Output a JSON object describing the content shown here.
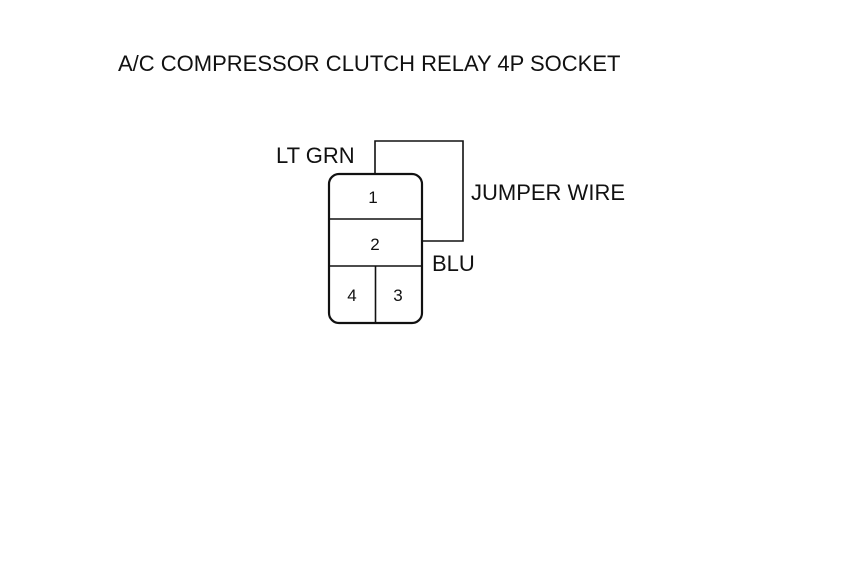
{
  "title": "A/C COMPRESSOR CLUTCH RELAY 4P SOCKET",
  "wire_labels": {
    "terminal_1_wire": "LT GRN",
    "terminal_2_wire": "BLU",
    "jumper": "JUMPER WIRE"
  },
  "terminals": {
    "t1": "1",
    "t2": "2",
    "t3": "3",
    "t4": "4"
  }
}
